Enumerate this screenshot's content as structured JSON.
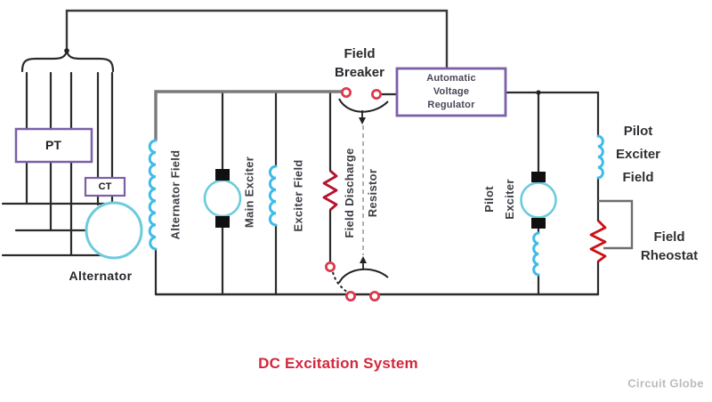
{
  "diagram": {
    "title": "DC Excitation System",
    "watermark": "Circuit Globe",
    "components": {
      "pt": "PT",
      "ct": "CT",
      "alternator": "Alternator",
      "alternator_field": "Alternator Field",
      "main_exciter": "Main Exciter",
      "exciter_field": "Exciter Field",
      "field_discharge_resistor": {
        "line1": "Field Discharge",
        "line2": "Resistor"
      },
      "field_breaker": {
        "line1": "Field",
        "line2": "Breaker"
      },
      "avr": {
        "line1": "Automatic",
        "line2": "Voltage",
        "line3": "Regulator"
      },
      "pilot_exciter": {
        "line1": "Pilot",
        "line2": "Exciter"
      },
      "pilot_exciter_field": {
        "line1": "Pilot",
        "line2": "Exciter",
        "line3": "Field"
      },
      "field_rheostat": {
        "line1": "Field",
        "line2": "Rheostat"
      }
    },
    "colors": {
      "box_border": "#7B5FA8",
      "coil": "#3FBCE8",
      "machine_outline": "#6CCBDB",
      "discharge_resistor": "#B5122D",
      "rheostat_resistor": "#CC1016",
      "terminal": "#DD3A4B",
      "wire": "#2B2B2B",
      "bus": "#7A7A7A",
      "title": "#D3273B",
      "watermark": "#BCBCBC"
    }
  }
}
